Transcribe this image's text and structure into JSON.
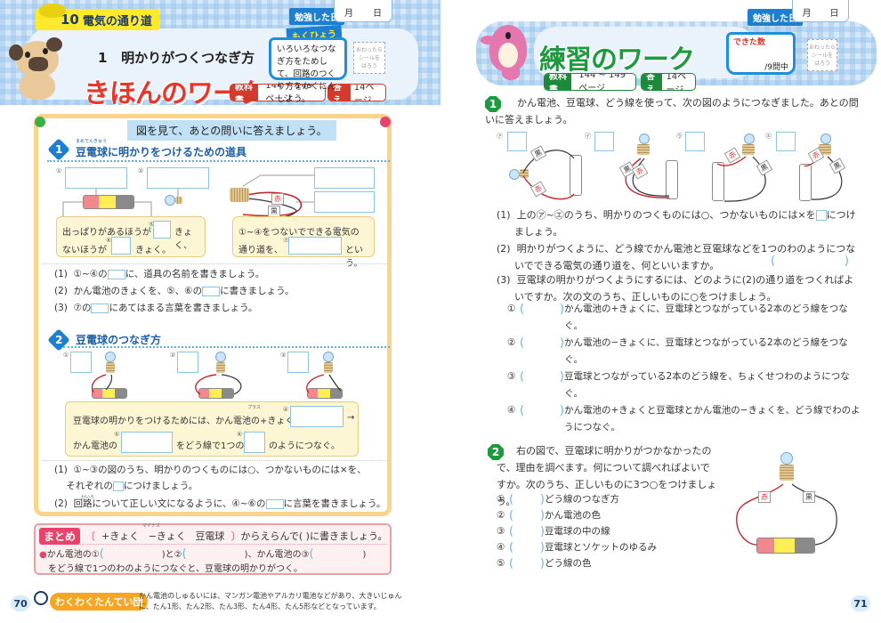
{
  "left_page": {
    "page_number": "70",
    "header": {
      "unit_number": "10",
      "unit_title": "電気の通り道",
      "lesson_number": "1",
      "lesson_title": "明かりがつくつなぎ方",
      "work_title": "きほんのワーク",
      "studied_date_label": "勉強した日",
      "month_label": "月",
      "day_label": "日",
      "goal_label": "もくひょう",
      "goal_text": "いろいろなつなぎ方をためして、回路のつくり方をかくにんしよう。",
      "sticker_text": [
        "おわったら",
        "シールを",
        "はろう"
      ],
      "textbook_label": "教科書",
      "textbook_pages": "144 ~ 149ページ",
      "answer_label": "答え",
      "answer_page": "14ページ"
    },
    "instruction": "図を見て、あとの問いに答えましょう。",
    "section1": {
      "number": "1",
      "title": "豆電球に明かりをつけるための道具",
      "ruby": "まめでんきゅう",
      "labels": [
        "①",
        "②",
        "③",
        "④",
        "⑤",
        "⑥",
        "⑦"
      ],
      "wire_labels": [
        "赤",
        "黒"
      ],
      "box_left": {
        "line1_pre": "出っぱりがあるほうが",
        "line1_post": "きょく、",
        "line2_pre": "ないほうが",
        "line2_post": "きょく。"
      },
      "box_right": {
        "line1": "①~④をつないでできる電気の",
        "line2_pre": "通り道を、",
        "line2_post": "という。"
      },
      "questions": [
        {
          "num": "(1)",
          "pre": "①~④の",
          "post": "に、道具の名前を書きましょう。"
        },
        {
          "num": "(2)",
          "pre": "かん電池のきょくを、⑤、⑥の",
          "post": "に書きましょう。"
        },
        {
          "num": "(3)",
          "pre": "⑦の",
          "post": "にあてはまる言葉を書きましょう。"
        }
      ]
    },
    "section2": {
      "number": "2",
      "title": "豆電球のつなぎ方",
      "labels": [
        "①",
        "②",
        "③",
        "④",
        "⑤",
        "⑥"
      ],
      "sentence1": "豆電球の明かりをつけるためには、かん電池の+きょく→",
      "plus_ruby": "プラス",
      "arrow": "→",
      "sentence2_pre": "かん電池の",
      "sentence2_mid": "をどう線で1つの",
      "sentence2_post": "のようにつなぐ。",
      "questions": [
        {
          "num": "(1)",
          "pre": "①~③の図のうち、明かりのつくものには○、つかないものには×を、",
          "line2_pre": "それぞれの",
          "line2_post": "につけましょう。"
        },
        {
          "num": "(2)",
          "pre": "回路について正しい文になるように、④~⑥の",
          "post": "に言葉を書きましょう。",
          "ruby": "かいろ"
        }
      ]
    },
    "matome": {
      "label": "まとめ",
      "choices_open": "〔",
      "choices": [
        "+きょく",
        "−きょく",
        "豆電球"
      ],
      "minus_ruby": "マイナス",
      "choices_close": "〕",
      "instruction": "からえらんで( )に書きましょう。",
      "line1_a": "かん電池の①",
      "line1_b": "と②",
      "line1_c": "、かん電池の③",
      "line2": "をどう線で1つのわのようにつなぐと、豆電球の明かりがつく。"
    },
    "footer": {
      "badge": "わくわくたんてい団",
      "note": "かん電池のしゅるいには、マンガン電池やアルカリ電池などがあり、大きいじゅんに、たん1形、たん2形、たん3形、たん4形、たん5形などとなっています。"
    }
  },
  "right_page": {
    "page_number": "71",
    "header": {
      "work_title": "練習のワーク",
      "studied_date_label": "勉強した日",
      "month_label": "月",
      "day_label": "日",
      "score_label": "できた数",
      "score_total": "/9問中",
      "sticker_text": [
        "おわったら",
        "シールを",
        "はろう"
      ],
      "textbook_label": "教科書",
      "textbook_pages": "144 ~ 149ページ",
      "answer_label": "答え",
      "answer_page": "14ページ"
    },
    "q1": {
      "number": "1",
      "prompt": "かん電池、豆電球、どう線を使って、次の図のようにつなぎました。あとの問いに答えましょう。",
      "figure_labels": [
        "㋐",
        "㋑",
        "㋒",
        "㋓"
      ],
      "wire_labels": [
        "赤",
        "黒"
      ],
      "sub": [
        {
          "num": "(1)",
          "text": "上の㋐~㋓のうち、明かりのつくものには○、つかないものには×を",
          "post": "につけましょう。"
        },
        {
          "num": "(2)",
          "text": "明かりがつくように、どう線でかん電池と豆電球などを1つのわのようにつないでできる電気の通り道を、何といいますか。"
        },
        {
          "num": "(3)",
          "text": "豆電球の明かりがつくようにするには、どのように(2)の通り道をつくればよいですか。次の文のうち、正しいものに○をつけましょう。"
        }
      ],
      "options": [
        {
          "num": "①",
          "text": "かん電池の+きょくに、豆電球とつながっている2本のどう線をつなぐ。"
        },
        {
          "num": "②",
          "text": "かん電池の−きょくに、豆電球とつながっている2本のどう線をつなぐ。"
        },
        {
          "num": "③",
          "text": "豆電球とつながっている2本のどう線を、ちょくせつわのようにつなぐ。"
        },
        {
          "num": "④",
          "text": "かん電池の+きょくと豆電球とかん電池の−きょくを、どう線でわのようにつなぐ。"
        }
      ]
    },
    "q2": {
      "number": "2",
      "prompt": "右の図で、豆電球に明かりがつかなかったので、理由を調べます。何について調べればよいですか。次のうち、正しいものに3つ○をつけましょう。",
      "options": [
        {
          "num": "①",
          "text": "どう線のつなぎ方"
        },
        {
          "num": "②",
          "text": "かん電池の色"
        },
        {
          "num": "③",
          "text": "豆電球の中の線"
        },
        {
          "num": "④",
          "text": "豆電球とソケットのゆるみ"
        },
        {
          "num": "⑤",
          "text": "どう線の色"
        }
      ],
      "wire_labels": [
        "赤",
        "黒"
      ]
    }
  },
  "colors": {
    "header_blue": "#d6e8f8",
    "red_title": "#e8362a",
    "green_title": "#1d9a3f",
    "panel_border": "#f9d48a",
    "cream_box": "#fdf6d4",
    "section_blue": "#1e7fd0",
    "matome_pink": "#e8436b",
    "answer_box": "#8ec4e3"
  }
}
